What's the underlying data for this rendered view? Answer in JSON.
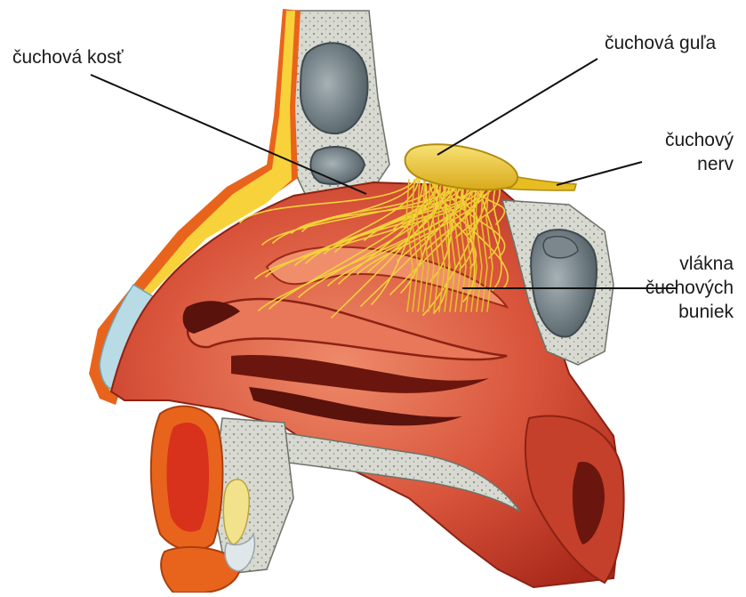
{
  "labels": {
    "olfactory_bone": "čuchová kosť",
    "olfactory_bulb": "čuchová guľa",
    "olfactory_nerve": [
      "čuchový",
      "nerv"
    ],
    "receptor_fibers": [
      "vlákna",
      "čuchových",
      "buniek"
    ]
  },
  "colors": {
    "skin_outline": "#e8641c",
    "skin_inner": "#f7d23a",
    "mucosa_dark": "#b8321c",
    "mucosa_mid": "#d8533a",
    "mucosa_light": "#ee8a6a",
    "bone": "#d6d8d0",
    "bone_speckle": "#8a8f86",
    "sinus": "#5f6d74",
    "nerve": "#f2d238",
    "nerve_dark": "#c9a215",
    "cartilage": "#b9dbe6",
    "leader_line": "#111111"
  }
}
